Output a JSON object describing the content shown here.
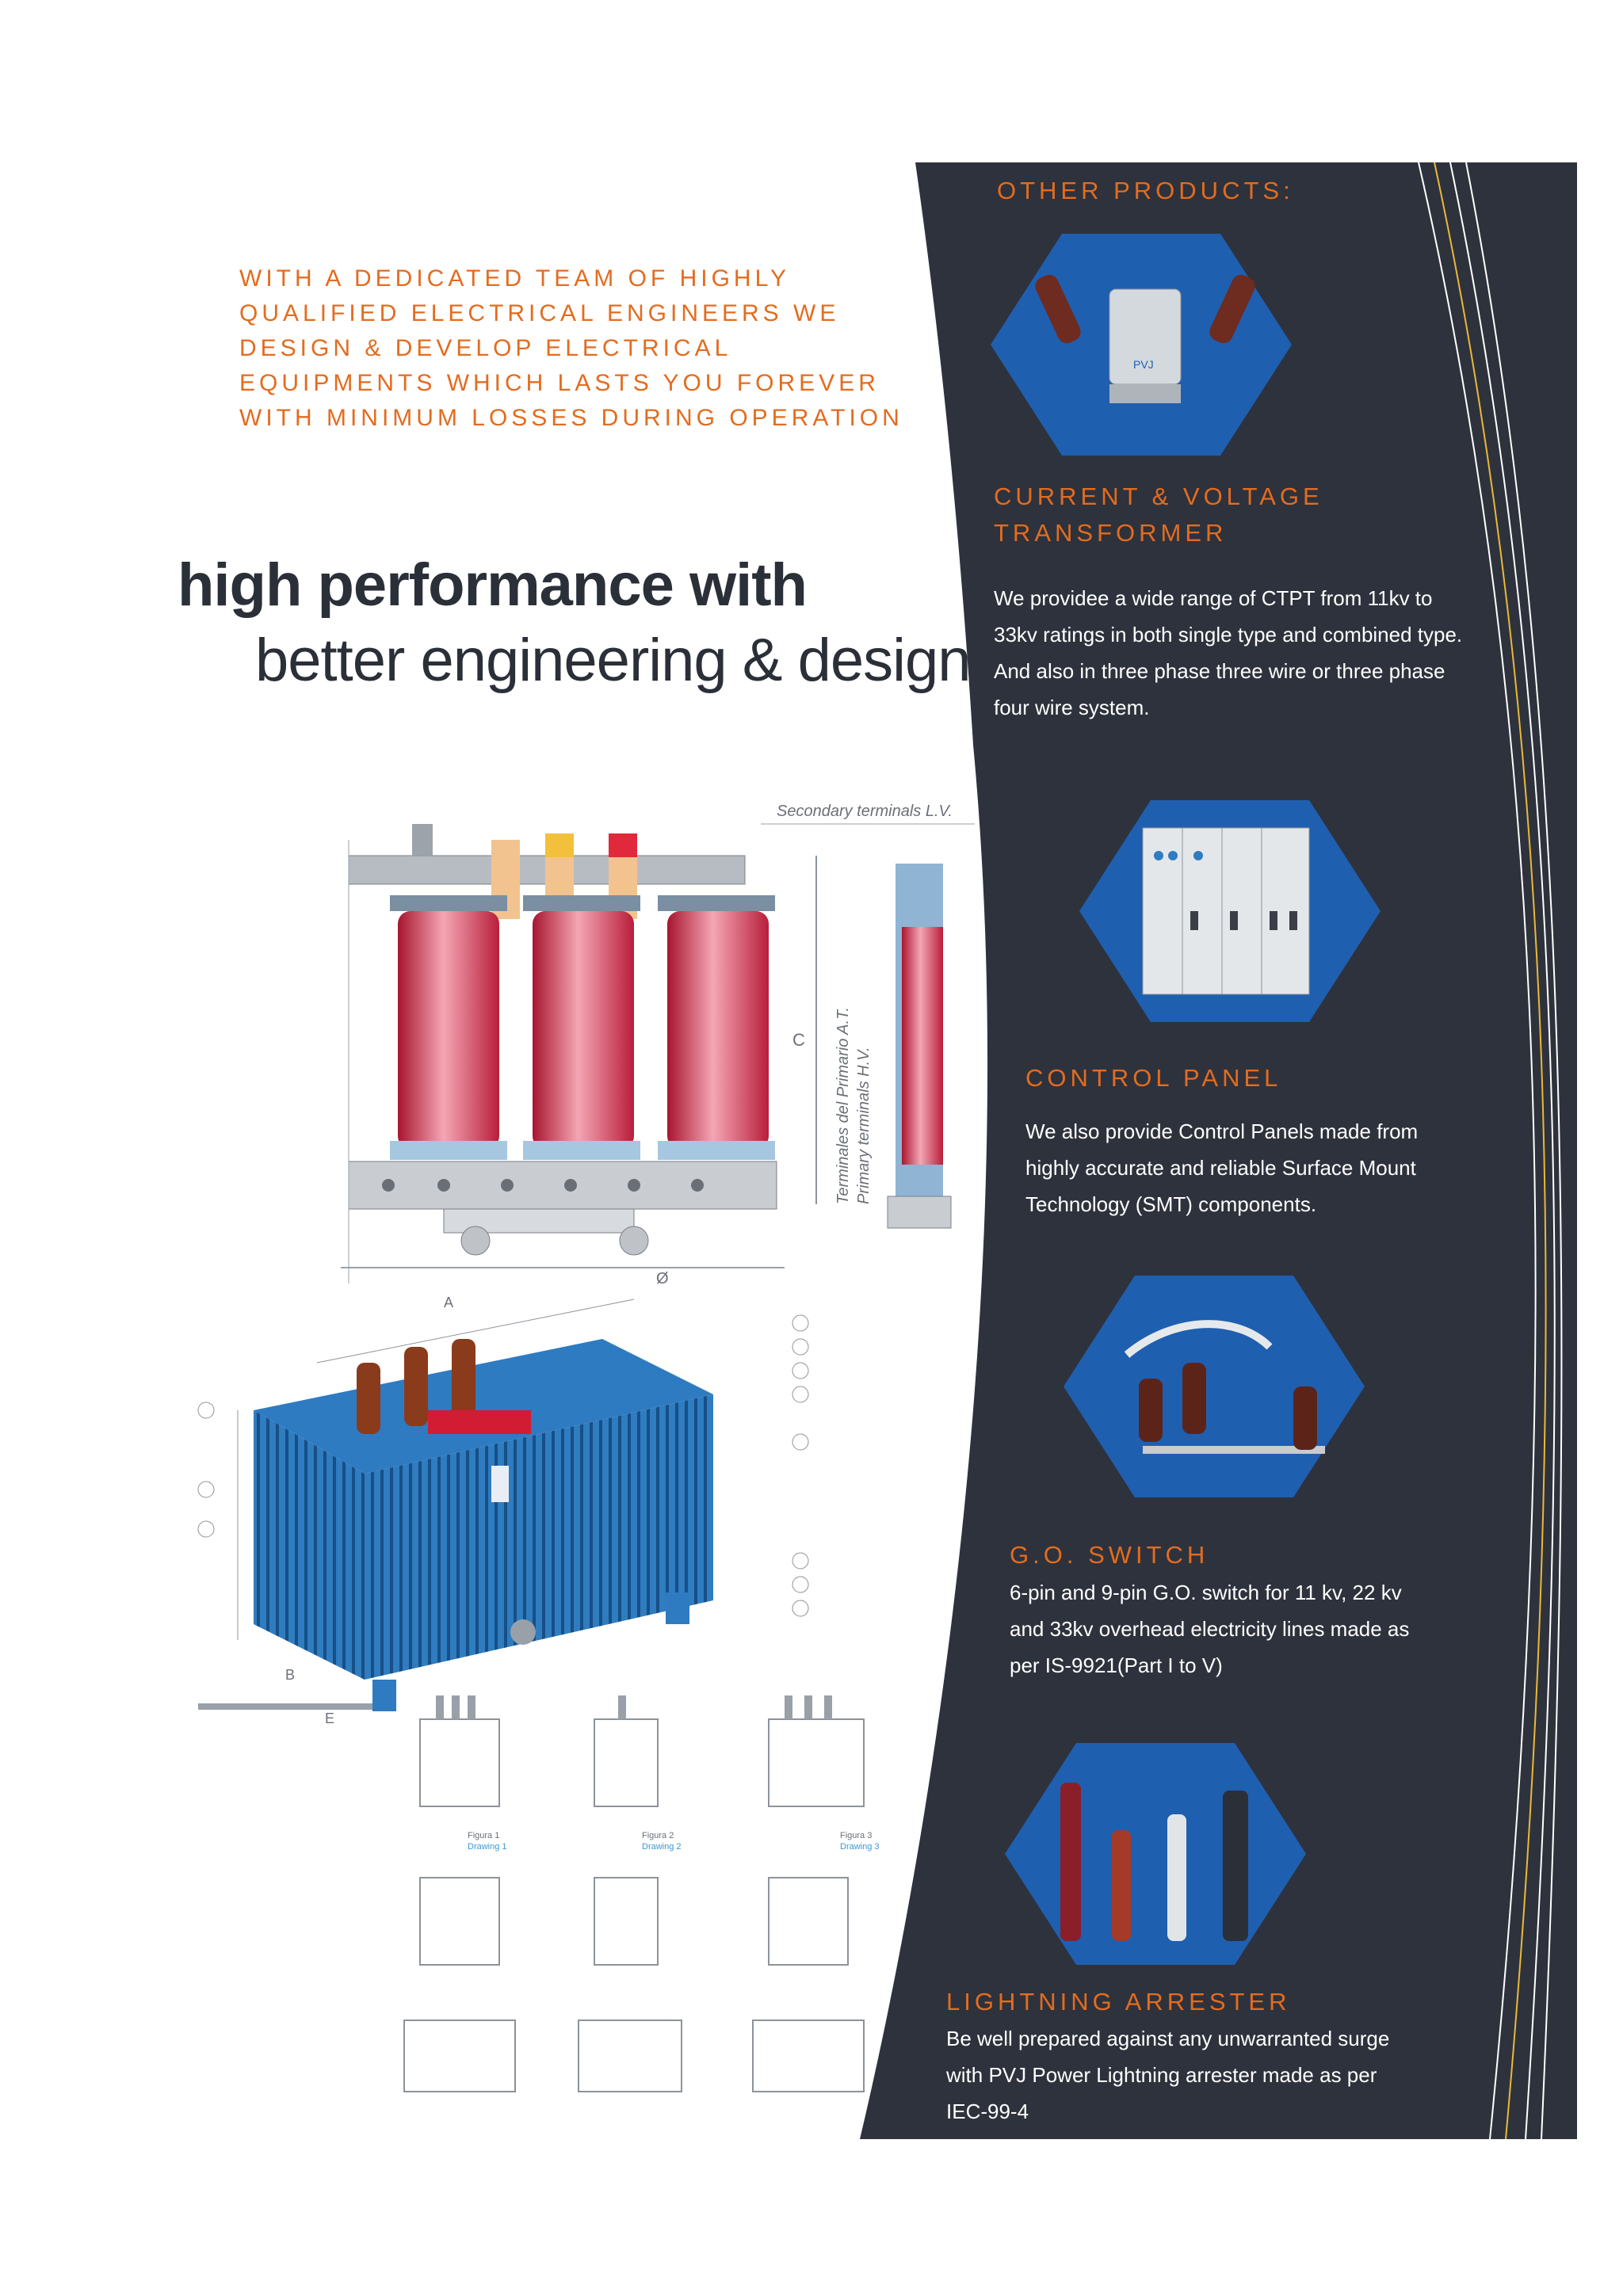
{
  "intro": "WITH A DEDICATED TEAM OF HIGHLY QUALIFIED ELECTRICAL ENGINEERS WE DESIGN & DEVELOP ELECTRICAL EQUIPMENTS WHICH LASTS YOU FOREVER WITH MINIMUM LOSSES DURING OPERATION",
  "headline": {
    "line1": "high performance with",
    "line2": "better engineering & design"
  },
  "panel": {
    "title": "OTHER PRODUCTS:",
    "colors": {
      "background": "#2e323c",
      "accent": "#e36c1f",
      "hex_blue": "#1f5fb0"
    },
    "products": [
      {
        "title": "CURRENT & VOLTAGE TRANSFORMER",
        "desc": "We providee a wide range of CTPT from 11kv to 33kv ratings in both single type and combined type. And also in three phase three wire or three phase four wire system.",
        "icon": "ctpt-unit-icon"
      },
      {
        "title": "CONTROL PANEL",
        "desc": "We also provide Control Panels made from highly accurate and reliable Surface Mount Technology (SMT) components.",
        "icon": "control-panel-icon"
      },
      {
        "title": "G.O. SWITCH",
        "desc": "6-pin and 9-pin G.O. switch for 11 kv, 22 kv and 33kv overhead electricity lines made as per IS-9921(Part I to V)",
        "icon": "go-switch-icon"
      },
      {
        "title": "LIGHTNING ARRESTER",
        "desc": "Be well prepared against any unwarranted surge with PVJ Power Lightning arrester made as per IEC-99-4",
        "icon": "lightning-arrester-icon"
      }
    ]
  },
  "drawings": {
    "secondary_label": "Secondary terminals L.V.",
    "primary_label_1": "Terminales del Primario A.T.",
    "primary_label_2": "Primary terminals H.V.",
    "dim_c": "C",
    "dim_a": "A",
    "dim_b": "B",
    "dim_e": "E",
    "dim_phi": "Ø",
    "hex_badge": "PVJ",
    "figures": [
      {
        "label": "Figura 1",
        "sub": "Drawing 1"
      },
      {
        "label": "Figura 2",
        "sub": "Drawing 2"
      },
      {
        "label": "Figura 3",
        "sub": "Drawing 3"
      }
    ]
  }
}
